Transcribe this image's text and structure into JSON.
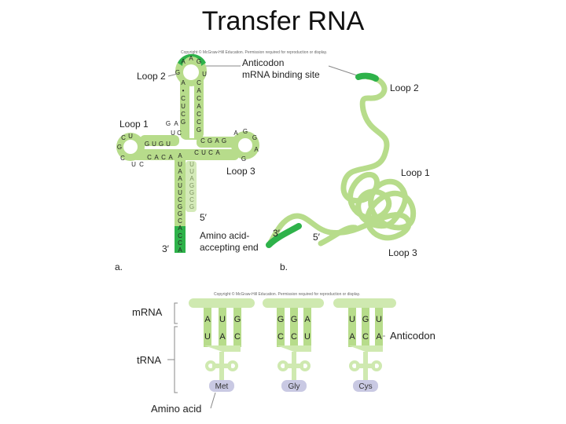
{
  "title": "Transfer RNA",
  "copyright_top": "Copyright © McGraw-Hill Education. Permission required for reproduction or display.",
  "copyright_bottom": "Copyright © McGraw-Hill Education. Permission required for reproduction or display.",
  "panel_a": {
    "label": "a.",
    "loop2": "Loop 2",
    "loop1": "Loop 1",
    "loop3": "Loop 3",
    "anticodon": "Anticodon",
    "mrna_site": "mRNA binding site",
    "five_prime": "5′",
    "three_prime": "3′",
    "amino_line1": "Amino acid-",
    "amino_line2": "accepting end"
  },
  "panel_b": {
    "label": "b.",
    "loop2": "Loop 2",
    "loop1": "Loop 1",
    "loop3": "Loop 3",
    "three_prime": "3′",
    "five_prime": "5′"
  },
  "panel_c": {
    "mrna": "mRNA",
    "trna": "tRNA",
    "anticodon": "Anticodon",
    "amino_acid": "Amino acid",
    "pairs": [
      {
        "codon": [
          "A",
          "U",
          "G"
        ],
        "anticodon": [
          "U",
          "A",
          "C"
        ],
        "amino": "Met"
      },
      {
        "codon": [
          "G",
          "G",
          "A"
        ],
        "anticodon": [
          "C",
          "C",
          "U"
        ],
        "amino": "Gly"
      },
      {
        "codon": [
          "U",
          "G",
          "U"
        ],
        "anticodon": [
          "A",
          "C",
          "A"
        ],
        "amino": "Cys"
      }
    ]
  },
  "colors": {
    "light_green": "#b7dc8b",
    "dark_green": "#2eb24a",
    "amino_fill": "#c9c9e3",
    "line": "#888888"
  }
}
